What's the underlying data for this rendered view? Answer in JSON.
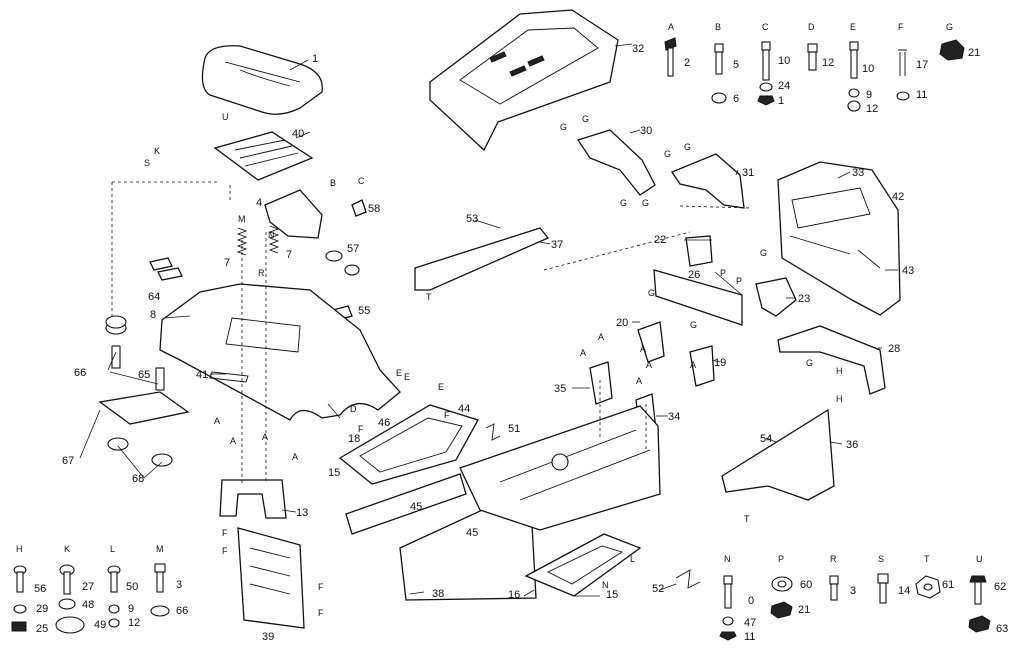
{
  "hardware_headers": [
    "A",
    "B",
    "C",
    "D",
    "E",
    "F",
    "G",
    "H",
    "K",
    "L",
    "M",
    "N",
    "P",
    "R",
    "S",
    "T",
    "U"
  ],
  "callouts": [
    "1",
    "40",
    "58",
    "4",
    "57",
    "7",
    "7",
    "64",
    "55",
    "8",
    "66",
    "65",
    "67",
    "68",
    "41",
    "13",
    "39",
    "32",
    "30",
    "31",
    "33",
    "42",
    "43",
    "53",
    "37",
    "22",
    "26",
    "23",
    "20",
    "19",
    "35",
    "34",
    "28",
    "36",
    "54",
    "44",
    "46",
    "18",
    "15",
    "45",
    "45",
    "51",
    "38",
    "16",
    "15",
    "52",
    "2",
    "5",
    "6",
    "10",
    "24",
    "1",
    "12",
    "10",
    "9",
    "12",
    "17",
    "11",
    "21",
    "56",
    "29",
    "25",
    "27",
    "48",
    "49",
    "50",
    "9",
    "12",
    "3",
    "66",
    "0",
    "47",
    "11",
    "60",
    "21",
    "3",
    "14",
    "61",
    "62",
    "63"
  ],
  "reference_letters": [
    "U",
    "S",
    "K",
    "B",
    "C",
    "M",
    "N",
    "R",
    "E",
    "E",
    "D",
    "A",
    "A",
    "A",
    "A",
    "A",
    "A",
    "A",
    "A",
    "E",
    "F",
    "F",
    "G",
    "G",
    "G",
    "G",
    "G",
    "G",
    "P",
    "P",
    "G",
    "G",
    "G",
    "G",
    "H",
    "H",
    "T",
    "T",
    "A",
    "A",
    "F",
    "F",
    "F",
    "F",
    "L",
    "N"
  ]
}
